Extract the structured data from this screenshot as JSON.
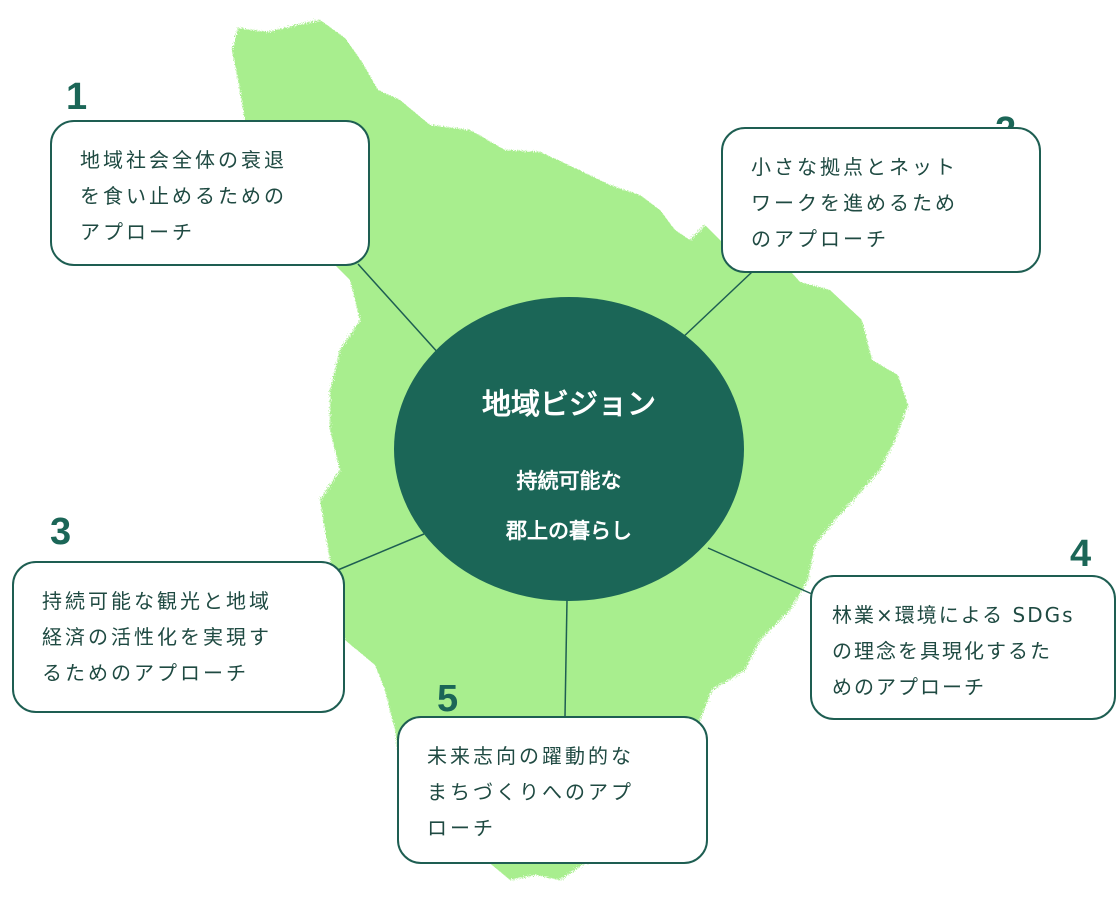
{
  "center": {
    "title": "地域ビジョン",
    "line1": "持続可能な",
    "line2": "郡上の暮らし"
  },
  "approaches": [
    {
      "number": "1",
      "text": "地域社会全体の衰退\nを食い止めるための\nアプローチ"
    },
    {
      "number": "2",
      "text": "小さな拠点とネット\nワークを進めるため\nのアプローチ"
    },
    {
      "number": "3",
      "text": "持続可能な観光と地域\n経済の活性化を実現す\nるためのアプローチ"
    },
    {
      "number": "4",
      "text": "林業×環境による SDGs\nの理念を具現化するた\nめのアプローチ"
    },
    {
      "number": "5",
      "text": "未来志向の躍動的な\nまちづくりへのアプ\nローチ"
    }
  ],
  "colors": {
    "map_fill": "#a8ee8e",
    "center_fill": "#1b6657",
    "border": "#1e5e52",
    "number": "#1b6657"
  }
}
